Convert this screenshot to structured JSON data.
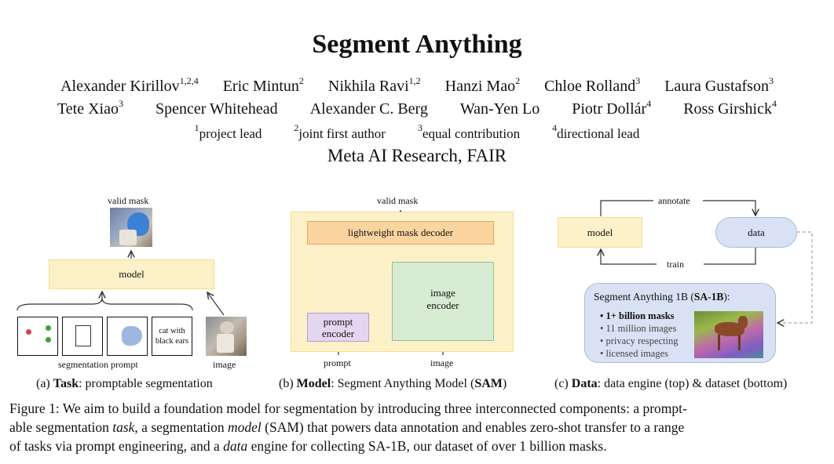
{
  "title": "Segment Anything",
  "authors_row1": [
    {
      "name": "Alexander Kirillov",
      "sup": "1,2,4"
    },
    {
      "name": "Eric Mintun",
      "sup": "2"
    },
    {
      "name": "Nikhila Ravi",
      "sup": "1,2"
    },
    {
      "name": "Hanzi Mao",
      "sup": "2"
    },
    {
      "name": "Chloe Rolland",
      "sup": "3"
    },
    {
      "name": "Laura Gustafson",
      "sup": "3"
    }
  ],
  "authors_row2": [
    {
      "name": "Tete Xiao",
      "sup": "3"
    },
    {
      "name": "Spencer Whitehead",
      "sup": ""
    },
    {
      "name": "Alexander C. Berg",
      "sup": ""
    },
    {
      "name": "Wan-Yen Lo",
      "sup": ""
    },
    {
      "name": "Piotr Dollár",
      "sup": "4"
    },
    {
      "name": "Ross Girshick",
      "sup": "4"
    }
  ],
  "notes": [
    {
      "sup": "1",
      "text": "project lead"
    },
    {
      "sup": "2",
      "text": "joint first author"
    },
    {
      "sup": "3",
      "text": "equal contribution"
    },
    {
      "sup": "4",
      "text": "directional lead"
    }
  ],
  "institution": "Meta AI Research, FAIR",
  "panel_a": {
    "valid_mask": "valid mask",
    "model": "model",
    "prompt_text": "cat with black ears",
    "segmentation_prompt": "segmentation prompt",
    "image": "image",
    "caption_prefix": "(a) ",
    "caption_bold": "Task",
    "caption_rest": ": promptable segmentation"
  },
  "panel_b": {
    "valid_mask": "valid mask",
    "decoder": "lightweight mask decoder",
    "image_encoder": "image encoder",
    "prompt_encoder": "prompt encoder",
    "prompt": "prompt",
    "image": "image",
    "caption_prefix": "(b) ",
    "caption_bold": "Model",
    "caption_mid": ": Segment Anything Model (",
    "caption_bold2": "SAM",
    "caption_end": ")"
  },
  "panel_c": {
    "annotate": "annotate",
    "model": "model",
    "data": "data",
    "train": "train",
    "dataset_title": "Segment Anything 1B (",
    "dataset_title_bold": "SA-1B",
    "dataset_title_end": "):",
    "items": [
      "1+ billion masks",
      "11 million images",
      "privacy respecting",
      "licensed images"
    ],
    "caption_prefix": "(c) ",
    "caption_bold": "Data",
    "caption_rest": ": data engine (top) & dataset (bottom)"
  },
  "colors": {
    "model_fill": "#fdf1c9",
    "model_border": "#f5dc8e",
    "sam_bg": "#fdf1c9",
    "decoder_fill": "#fbd5a0",
    "decoder_border": "#e8a65a",
    "image_encoder_fill": "#d8ecd4",
    "image_encoder_border": "#8fc488",
    "prompt_encoder_fill": "#e4d6ee",
    "prompt_encoder_border": "#b89ccc",
    "data_fill": "#d9e2f4",
    "dataset_bg": "#d9e2f4",
    "dataset_border": "#a9b9dc"
  },
  "figure_caption": {
    "l1_a": "Figure 1: We aim to build a foundation model for segmentation by introducing three interconnected components: a prompt-",
    "l2_a": "able segmentation ",
    "l2_task": "task",
    "l2_b": ", a segmentation ",
    "l2_model": "model",
    "l2_c": " (SAM) that powers data annotation and enables zero-shot transfer to a range",
    "l3_a": "of tasks via prompt engineering, and a ",
    "l3_data": "data",
    "l3_b": " engine for collecting SA-1B, our dataset of over 1 billion masks."
  }
}
